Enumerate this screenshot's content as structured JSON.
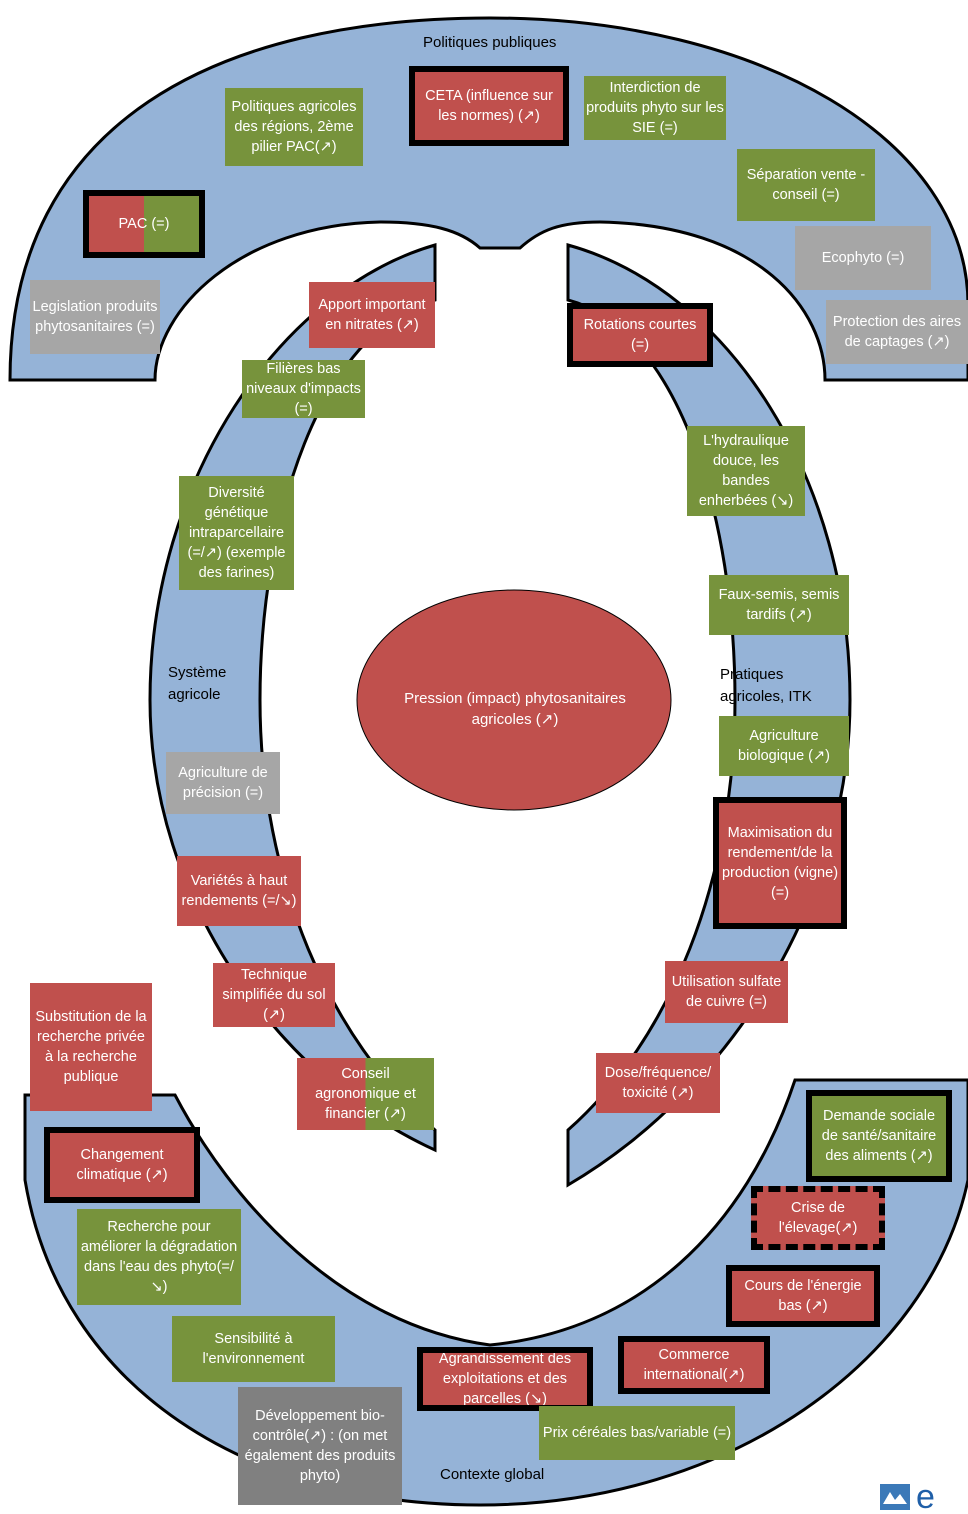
{
  "rings": {
    "top_label": "Politiques publiques",
    "left_label": "Système agricole",
    "right_label": "Pratiques agricoles, ITK",
    "bottom_label": "Contexte global"
  },
  "center": {
    "text": "Pression (impact) phytosanitaires agricoles (↗)"
  },
  "colors": {
    "ring": "#95b3d7",
    "red": "#c0504d",
    "green": "#77933c",
    "grey": "#a6a6a6",
    "dark_grey": "#808080"
  },
  "boxes": {
    "politiques_agricoles": "Politiques agricoles des régions, 2ème pilier PAC(↗)",
    "ceta": "CETA (influence sur les normes) (↗)",
    "interdiction": "Interdiction de produits phyto sur les SIE (=)",
    "separation": "Séparation vente - conseil (=)",
    "ecophyto": "Ecophyto (=)",
    "protection": "Protection des aires de captages (↗)",
    "pac": "PAC (=)",
    "legislation": "Legislation produits phytosanitaires (=)",
    "apport": "Apport important en nitrates (↗)",
    "filieres": "Filières bas niveaux d'impacts (=)",
    "diversite": "Diversité génétique intraparcellaire (=/↗) (exemple des farines)",
    "agri_precision": "Agriculture de précision (=)",
    "varietes": "Variétés à haut rendements (=/↘)",
    "technique": "Technique simplifiée du sol (↗)",
    "conseil": "Conseil agronomique et financier (↗)",
    "rotations": "Rotations courtes (=)",
    "hydraulique": "L'hydraulique douce, les bandes enherbées (↘)",
    "faux_semis": "Faux-semis, semis tardifs (↗)",
    "agri_bio": "Agriculture biologique (↗)",
    "maximisation": "Maximisation du rendement/de la production (vigne) (=)",
    "sulfate": "Utilisation sulfate de cuivre (=)",
    "dose": "Dose/fréquence/ toxicité (↗)",
    "substitution": "Substitution de la recherche privée à la recherche publique",
    "changement": "Changement climatique (↗)",
    "recherche": "Recherche pour améliorer la dégradation dans l'eau des phyto(=/↘)",
    "sensibilite": "Sensibilité à l'environnement",
    "developpement": "Développement bio-contrôle(↗) : (on met également des produits phyto)",
    "agrandissement": "Agrandissement des exploitations et des parcelles (↘)",
    "prix": "Prix céréales bas/variable (=)",
    "commerce": "Commerce international(↗)",
    "energie": "Cours de l'énergie bas (↗)",
    "elevage": "Crise de l'élevage(↗)",
    "demande": "Demande sociale de santé/sanitaire des aliments (↗)"
  }
}
